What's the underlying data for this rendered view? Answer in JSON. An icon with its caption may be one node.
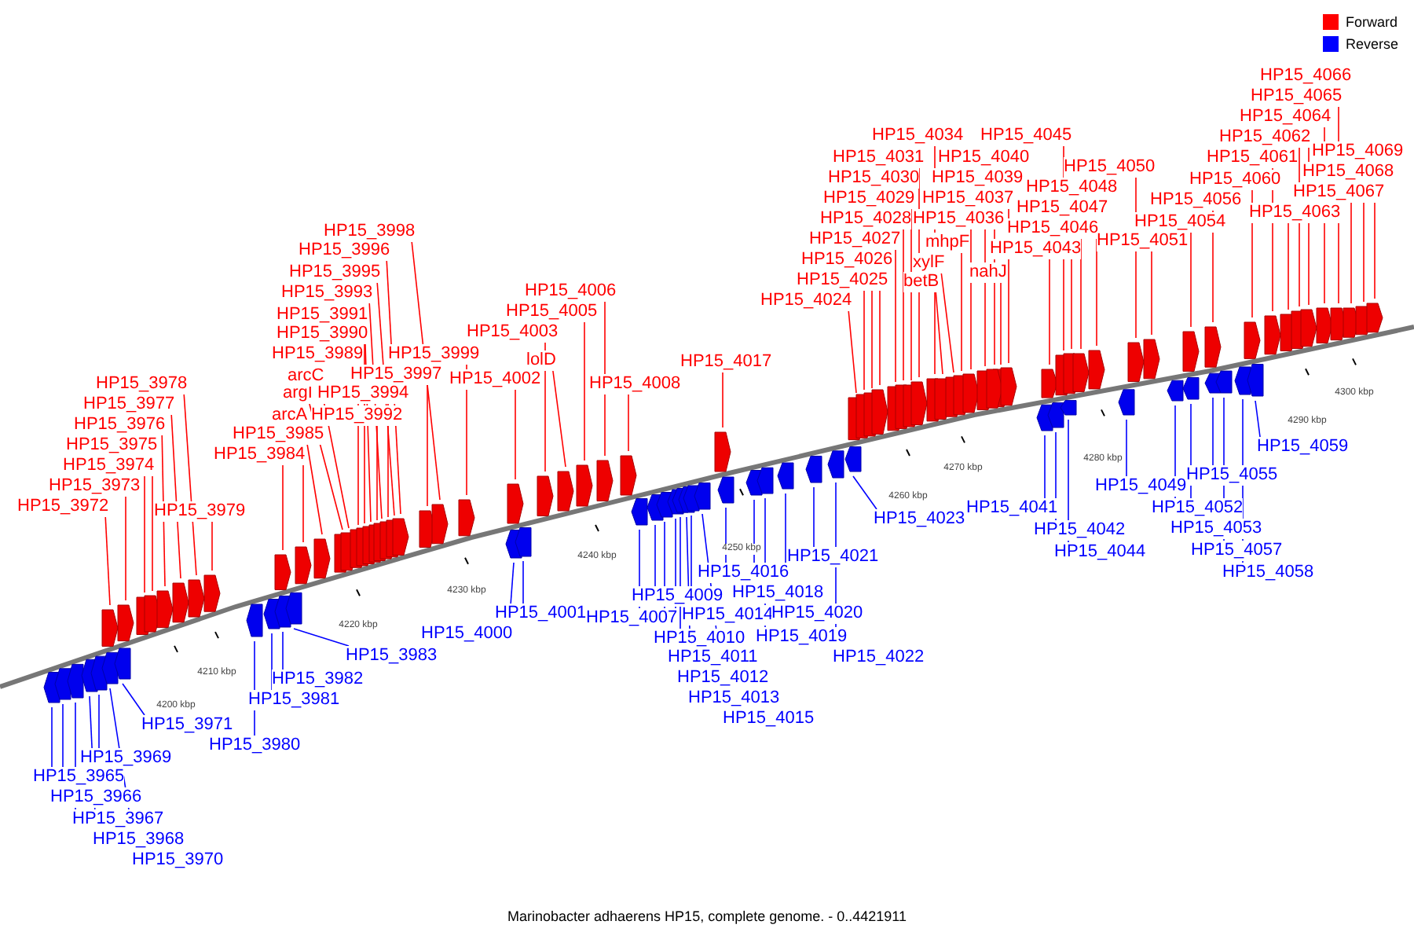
{
  "diagram": {
    "caption": "Marinobacter adhaerens HP15, complete genome. - 0..4421911",
    "nodes": [
      {
        "text": [
          "HP15_3972"
        ]
      },
      {
        "text": [
          "HP15_3973"
        ]
      },
      {
        "text": [
          "HP15_3974"
        ]
      },
      {
        "text": [
          "HP15_3975"
        ]
      },
      {
        "text": [
          "HP15_3976"
        ]
      },
      {
        "text": [
          "HP15_3977"
        ]
      },
      {
        "text": [
          "HP15_3978"
        ]
      },
      {
        "text": [
          "HP15_3979"
        ]
      },
      {
        "text": [
          "HP15_3984"
        ]
      },
      {
        "text": [
          "HP15_3985"
        ]
      },
      {
        "text": [
          "arcA"
        ]
      },
      {
        "text": [
          "argI"
        ]
      },
      {
        "text": [
          "arcC"
        ]
      },
      {
        "text": [
          "HP15_3989"
        ]
      },
      {
        "text": [
          "HP15_3990"
        ]
      },
      {
        "text": [
          "HP15_3991"
        ]
      },
      {
        "text": [
          "HP15_3992"
        ]
      },
      {
        "text": [
          "HP15_3993"
        ]
      },
      {
        "text": [
          "HP15_3994"
        ]
      },
      {
        "text": [
          "HP15_3995"
        ]
      },
      {
        "text": [
          "HP15_3996"
        ]
      },
      {
        "text": [
          "HP15_3997"
        ]
      },
      {
        "text": [
          "HP15_3998"
        ]
      },
      {
        "text": [
          "HP15_3999"
        ]
      },
      {
        "text": [
          "HP15_4002"
        ]
      },
      {
        "text": [
          "HP15_4003"
        ]
      },
      {
        "text": [
          "lolD"
        ]
      },
      {
        "text": [
          "HP15_4005"
        ]
      },
      {
        "text": [
          "HP15_4006"
        ]
      },
      {
        "text": [
          "HP15_4008"
        ]
      },
      {
        "text": [
          "HP15_4017"
        ]
      },
      {
        "text": [
          "HP15_4024"
        ]
      },
      {
        "text": [
          "HP15_4025"
        ]
      },
      {
        "text": [
          "HP15_4026"
        ]
      },
      {
        "text": [
          "HP15_4027"
        ]
      },
      {
        "text": [
          "HP15_4028"
        ]
      },
      {
        "text": [
          "HP15_4029"
        ]
      },
      {
        "text": [
          "HP15_4030"
        ]
      },
      {
        "text": [
          "HP15_4031"
        ]
      },
      {
        "text": [
          "HP15_4034"
        ]
      },
      {
        "text": [
          "betB"
        ]
      },
      {
        "text": [
          "xylF"
        ]
      },
      {
        "text": [
          "mhpF"
        ]
      },
      {
        "text": [
          "HP15_4036"
        ]
      },
      {
        "text": [
          "HP15_4037"
        ]
      },
      {
        "text": [
          "nahJ"
        ]
      },
      {
        "text": [
          "HP15_4039"
        ]
      },
      {
        "text": [
          "HP15_4040"
        ]
      },
      {
        "text": [
          "HP15_4043"
        ]
      },
      {
        "text": [
          "HP15_4045"
        ]
      },
      {
        "text": [
          "HP15_4046"
        ]
      },
      {
        "text": [
          "HP15_4047"
        ]
      },
      {
        "text": [
          "HP15_4048"
        ]
      },
      {
        "text": [
          "HP15_4050"
        ]
      },
      {
        "text": [
          "HP15_4051"
        ]
      },
      {
        "text": [
          "HP15_4054"
        ]
      },
      {
        "text": [
          "HP15_4056"
        ]
      },
      {
        "text": [
          "HP15_4060"
        ]
      },
      {
        "text": [
          "HP15_4061"
        ]
      },
      {
        "text": [
          "HP15_4063"
        ]
      },
      {
        "text": [
          "HP15_4062"
        ]
      },
      {
        "text": [
          "HP15_4064"
        ]
      },
      {
        "text": [
          "HP15_4065"
        ]
      },
      {
        "text": [
          "HP15_4066"
        ]
      },
      {
        "text": [
          "HP15_4067"
        ]
      },
      {
        "text": [
          "HP15_4068"
        ]
      },
      {
        "text": [
          "HP15_4069"
        ]
      },
      {
        "text": [
          "HP15_3965"
        ]
      },
      {
        "text": [
          "HP15_3966"
        ]
      },
      {
        "text": [
          "HP15_3967"
        ]
      },
      {
        "text": [
          "HP15_3968"
        ]
      },
      {
        "text": [
          "HP15_3969"
        ]
      },
      {
        "text": [
          "HP15_3970"
        ]
      },
      {
        "text": [
          "HP15_3971"
        ]
      },
      {
        "text": [
          "HP15_3980"
        ]
      },
      {
        "text": [
          "HP15_3981"
        ]
      },
      {
        "text": [
          "HP15_3982"
        ]
      },
      {
        "text": [
          "HP15_3983"
        ]
      },
      {
        "text": [
          "HP15_4000"
        ]
      },
      {
        "text": [
          "HP15_4001"
        ]
      },
      {
        "text": [
          "HP15_4007"
        ]
      },
      {
        "text": [
          "HP15_4009"
        ]
      },
      {
        "text": [
          "HP15_4010"
        ]
      },
      {
        "text": [
          "HP15_4011"
        ]
      },
      {
        "text": [
          "HP15_4012"
        ]
      },
      {
        "text": [
          "HP15_4013"
        ]
      },
      {
        "text": [
          "HP15_4014"
        ]
      },
      {
        "text": [
          "HP15_4015"
        ]
      },
      {
        "text": [
          "HP15_4016"
        ]
      },
      {
        "text": [
          "HP15_4018"
        ]
      },
      {
        "text": [
          "HP15_4019"
        ]
      },
      {
        "text": [
          "HP15_4020"
        ]
      },
      {
        "text": [
          "HP15_4021"
        ]
      },
      {
        "text": [
          "HP15_4022"
        ]
      },
      {
        "text": [
          "HP15_4023"
        ]
      },
      {
        "text": [
          "HP15_4041"
        ]
      },
      {
        "text": [
          "HP15_4042"
        ]
      },
      {
        "text": [
          "HP15_4044"
        ]
      },
      {
        "text": [
          "HP15_4049"
        ]
      },
      {
        "text": [
          "HP15_4052"
        ]
      },
      {
        "text": [
          "HP15_4053"
        ]
      },
      {
        "text": [
          "HP15_4055"
        ]
      },
      {
        "text": [
          "HP15_4057"
        ]
      },
      {
        "text": [
          "HP15_4058"
        ]
      },
      {
        "text": [
          "HP15_4059"
        ]
      }
    ],
    "edges": [
      {
        "from": 0,
        "to": null,
        "arrow": "none"
      },
      {
        "from": 1,
        "to": null,
        "arrow": "none"
      },
      {
        "from": 2,
        "to": null,
        "arrow": "none"
      },
      {
        "from": 3,
        "to": null,
        "arrow": "none"
      },
      {
        "from": 4,
        "to": null,
        "arrow": "none"
      },
      {
        "from": 5,
        "to": null,
        "arrow": "none"
      },
      {
        "from": 6,
        "to": null,
        "arrow": "none"
      },
      {
        "from": 7,
        "to": null,
        "arrow": "none"
      },
      {
        "from": 8,
        "to": null,
        "arrow": "none"
      },
      {
        "from": 9,
        "to": null,
        "arrow": "none"
      },
      {
        "from": 10,
        "to": null,
        "arrow": "none"
      },
      {
        "from": 11,
        "to": null,
        "arrow": "none"
      },
      {
        "from": 12,
        "to": null,
        "arrow": "none"
      },
      {
        "from": 13,
        "to": null,
        "arrow": "none"
      },
      {
        "from": 14,
        "to": null,
        "arrow": "none"
      },
      {
        "from": 15,
        "to": null,
        "arrow": "none"
      },
      {
        "from": 16,
        "to": null,
        "arrow": "none"
      },
      {
        "from": 17,
        "to": null,
        "arrow": "none"
      },
      {
        "from": 18,
        "to": null,
        "arrow": "none"
      },
      {
        "from": 19,
        "to": null,
        "arrow": "none"
      },
      {
        "from": 20,
        "to": null,
        "arrow": "none"
      },
      {
        "from": 21,
        "to": null,
        "arrow": "none"
      },
      {
        "from": 22,
        "to": null,
        "arrow": "none"
      },
      {
        "from": 23,
        "to": null,
        "arrow": "none"
      },
      {
        "from": 24,
        "to": null,
        "arrow": "none"
      },
      {
        "from": 25,
        "to": null,
        "arrow": "none"
      },
      {
        "from": 26,
        "to": null,
        "arrow": "none"
      },
      {
        "from": 27,
        "to": null,
        "arrow": "none"
      },
      {
        "from": 28,
        "to": null,
        "arrow": "none"
      },
      {
        "from": 29,
        "to": null,
        "arrow": "none"
      },
      {
        "from": 30,
        "to": null,
        "arrow": "none"
      },
      {
        "from": 31,
        "to": null,
        "arrow": "none"
      },
      {
        "from": 32,
        "to": null,
        "arrow": "none"
      },
      {
        "from": 33,
        "to": null,
        "arrow": "none"
      },
      {
        "from": 34,
        "to": null,
        "arrow": "none"
      },
      {
        "from": 35,
        "to": null,
        "arrow": "none"
      },
      {
        "from": 36,
        "to": null,
        "arrow": "none"
      },
      {
        "from": 37,
        "to": null,
        "arrow": "none"
      },
      {
        "from": 38,
        "to": null,
        "arrow": "none"
      },
      {
        "from": 39,
        "to": null,
        "arrow": "none"
      },
      {
        "from": 40,
        "to": null,
        "arrow": "none"
      },
      {
        "from": 41,
        "to": null,
        "arrow": "none"
      },
      {
        "from": 42,
        "to": null,
        "arrow": "none"
      },
      {
        "from": 43,
        "to": null,
        "arrow": "none"
      },
      {
        "from": 44,
        "to": null,
        "arrow": "none"
      },
      {
        "from": 45,
        "to": null,
        "arrow": "none"
      },
      {
        "from": 46,
        "to": null,
        "arrow": "none"
      },
      {
        "from": 47,
        "to": null,
        "arrow": "none"
      },
      {
        "from": 48,
        "to": null,
        "arrow": "none"
      },
      {
        "from": 49,
        "to": null,
        "arrow": "none"
      },
      {
        "from": 50,
        "to": null,
        "arrow": "none"
      },
      {
        "from": 51,
        "to": null,
        "arrow": "none"
      },
      {
        "from": 52,
        "to": null,
        "arrow": "none"
      },
      {
        "from": 53,
        "to": null,
        "arrow": "none"
      },
      {
        "from": 54,
        "to": null,
        "arrow": "none"
      },
      {
        "from": 55,
        "to": null,
        "arrow": "none"
      },
      {
        "from": 56,
        "to": null,
        "arrow": "none"
      },
      {
        "from": 57,
        "to": null,
        "arrow": "none"
      },
      {
        "from": 58,
        "to": null,
        "arrow": "none"
      },
      {
        "from": 59,
        "to": null,
        "arrow": "none"
      },
      {
        "from": 60,
        "to": null,
        "arrow": "none"
      },
      {
        "from": 61,
        "to": null,
        "arrow": "none"
      },
      {
        "from": 62,
        "to": null,
        "arrow": "none"
      },
      {
        "from": 63,
        "to": null,
        "arrow": "none"
      },
      {
        "from": 64,
        "to": null,
        "arrow": "none"
      },
      {
        "from": 65,
        "to": null,
        "arrow": "none"
      },
      {
        "from": 66,
        "to": null,
        "arrow": "none"
      },
      {
        "from": 67,
        "to": null,
        "arrow": "none",
        "color": "#0000ff"
      },
      {
        "from": 68,
        "to": null,
        "arrow": "none",
        "color": "#0000ff"
      },
      {
        "from": 69,
        "to": null,
        "arrow": "none",
        "color": "#0000ff"
      },
      {
        "from": 70,
        "to": null,
        "arrow": "none",
        "color": "#0000ff"
      },
      {
        "from": 71,
        "to": null,
        "arrow": "none",
        "color": "#0000ff"
      },
      {
        "from": 72,
        "to": null,
        "arrow": "none",
        "color": "#0000ff"
      },
      {
        "from": 73,
        "to": null,
        "arrow": "none",
        "color": "#0000ff"
      },
      {
        "from": 74,
        "to": null,
        "arrow": "none",
        "color": "#0000ff"
      },
      {
        "from": 75,
        "to": null,
        "arrow": "none",
        "color": "#0000ff"
      },
      {
        "from": 76,
        "to": null,
        "arrow": "none",
        "color": "#0000ff"
      },
      {
        "from": 77,
        "to": null,
        "arrow": "none",
        "color": "#0000ff"
      },
      {
        "from": 78,
        "to": null,
        "arrow": "none",
        "color": "#0000ff"
      },
      {
        "from": 79,
        "to": null,
        "arrow": "none",
        "color": "#0000ff"
      },
      {
        "from": 80,
        "to": null,
        "arrow": "none",
        "color": "#0000ff"
      },
      {
        "from": 81,
        "to": null,
        "arrow": "none",
        "color": "#0000ff"
      },
      {
        "from": 82,
        "to": null,
        "arrow": "none",
        "color": "#0000ff"
      },
      {
        "from": 83,
        "to": null,
        "arrow": "none",
        "color": "#0000ff"
      },
      {
        "from": 84,
        "to": null,
        "arrow": "none",
        "color": "#0000ff"
      },
      {
        "from": 85,
        "to": null,
        "arrow": "none",
        "color": "#0000ff"
      },
      {
        "from": 86,
        "to": null,
        "arrow": "none",
        "color": "#0000ff"
      },
      {
        "from": 87,
        "to": null,
        "arrow": "none",
        "color": "#0000ff"
      },
      {
        "from": 88,
        "to": null,
        "arrow": "none",
        "color": "#0000ff"
      },
      {
        "from": 89,
        "to": null,
        "arrow": "none",
        "color": "#0000ff"
      },
      {
        "from": 90,
        "to": null,
        "arrow": "none",
        "color": "#0000ff"
      },
      {
        "from": 91,
        "to": null,
        "arrow": "none",
        "color": "#0000ff"
      },
      {
        "from": 92,
        "to": null,
        "arrow": "none",
        "color": "#0000ff"
      },
      {
        "from": 93,
        "to": null,
        "arrow": "none",
        "color": "#0000ff"
      },
      {
        "from": 94,
        "to": null,
        "arrow": "none",
        "color": "#0000ff"
      },
      {
        "from": 95,
        "to": null,
        "arrow": "none",
        "color": "#0000ff"
      },
      {
        "from": 96,
        "to": null,
        "arrow": "none",
        "color": "#0000ff"
      },
      {
        "from": 97,
        "to": null,
        "arrow": "none",
        "color": "#0000ff"
      },
      {
        "from": 98,
        "to": null,
        "arrow": "none",
        "color": "#0000ff"
      },
      {
        "from": 99,
        "to": null,
        "arrow": "none",
        "color": "#0000ff"
      },
      {
        "from": 100,
        "to": null,
        "arrow": "none",
        "color": "#0000ff"
      },
      {
        "from": 101,
        "to": null,
        "arrow": "none",
        "color": "#0000ff"
      },
      {
        "from": 102,
        "to": null,
        "arrow": "none",
        "color": "#0000ff"
      },
      {
        "from": 103,
        "to": null,
        "arrow": "none",
        "color": "#0000ff"
      },
      {
        "from": 104,
        "to": null,
        "arrow": "none",
        "color": "#0000ff"
      }
    ],
    "labels": [
      "4200 kbp",
      "4210 kbp",
      "4220 kbp",
      "4230 kbp",
      "4240 kbp",
      "4250 kbp",
      "4260 kbp",
      "4270 kbp",
      "4280 kbp",
      "4290 kbp",
      "4300 kbp"
    ],
    "legend": [
      {
        "text": "Forward",
        "color": "#ff0000"
      },
      {
        "text": "Reverse",
        "color": "#0000ff"
      }
    ]
  }
}
